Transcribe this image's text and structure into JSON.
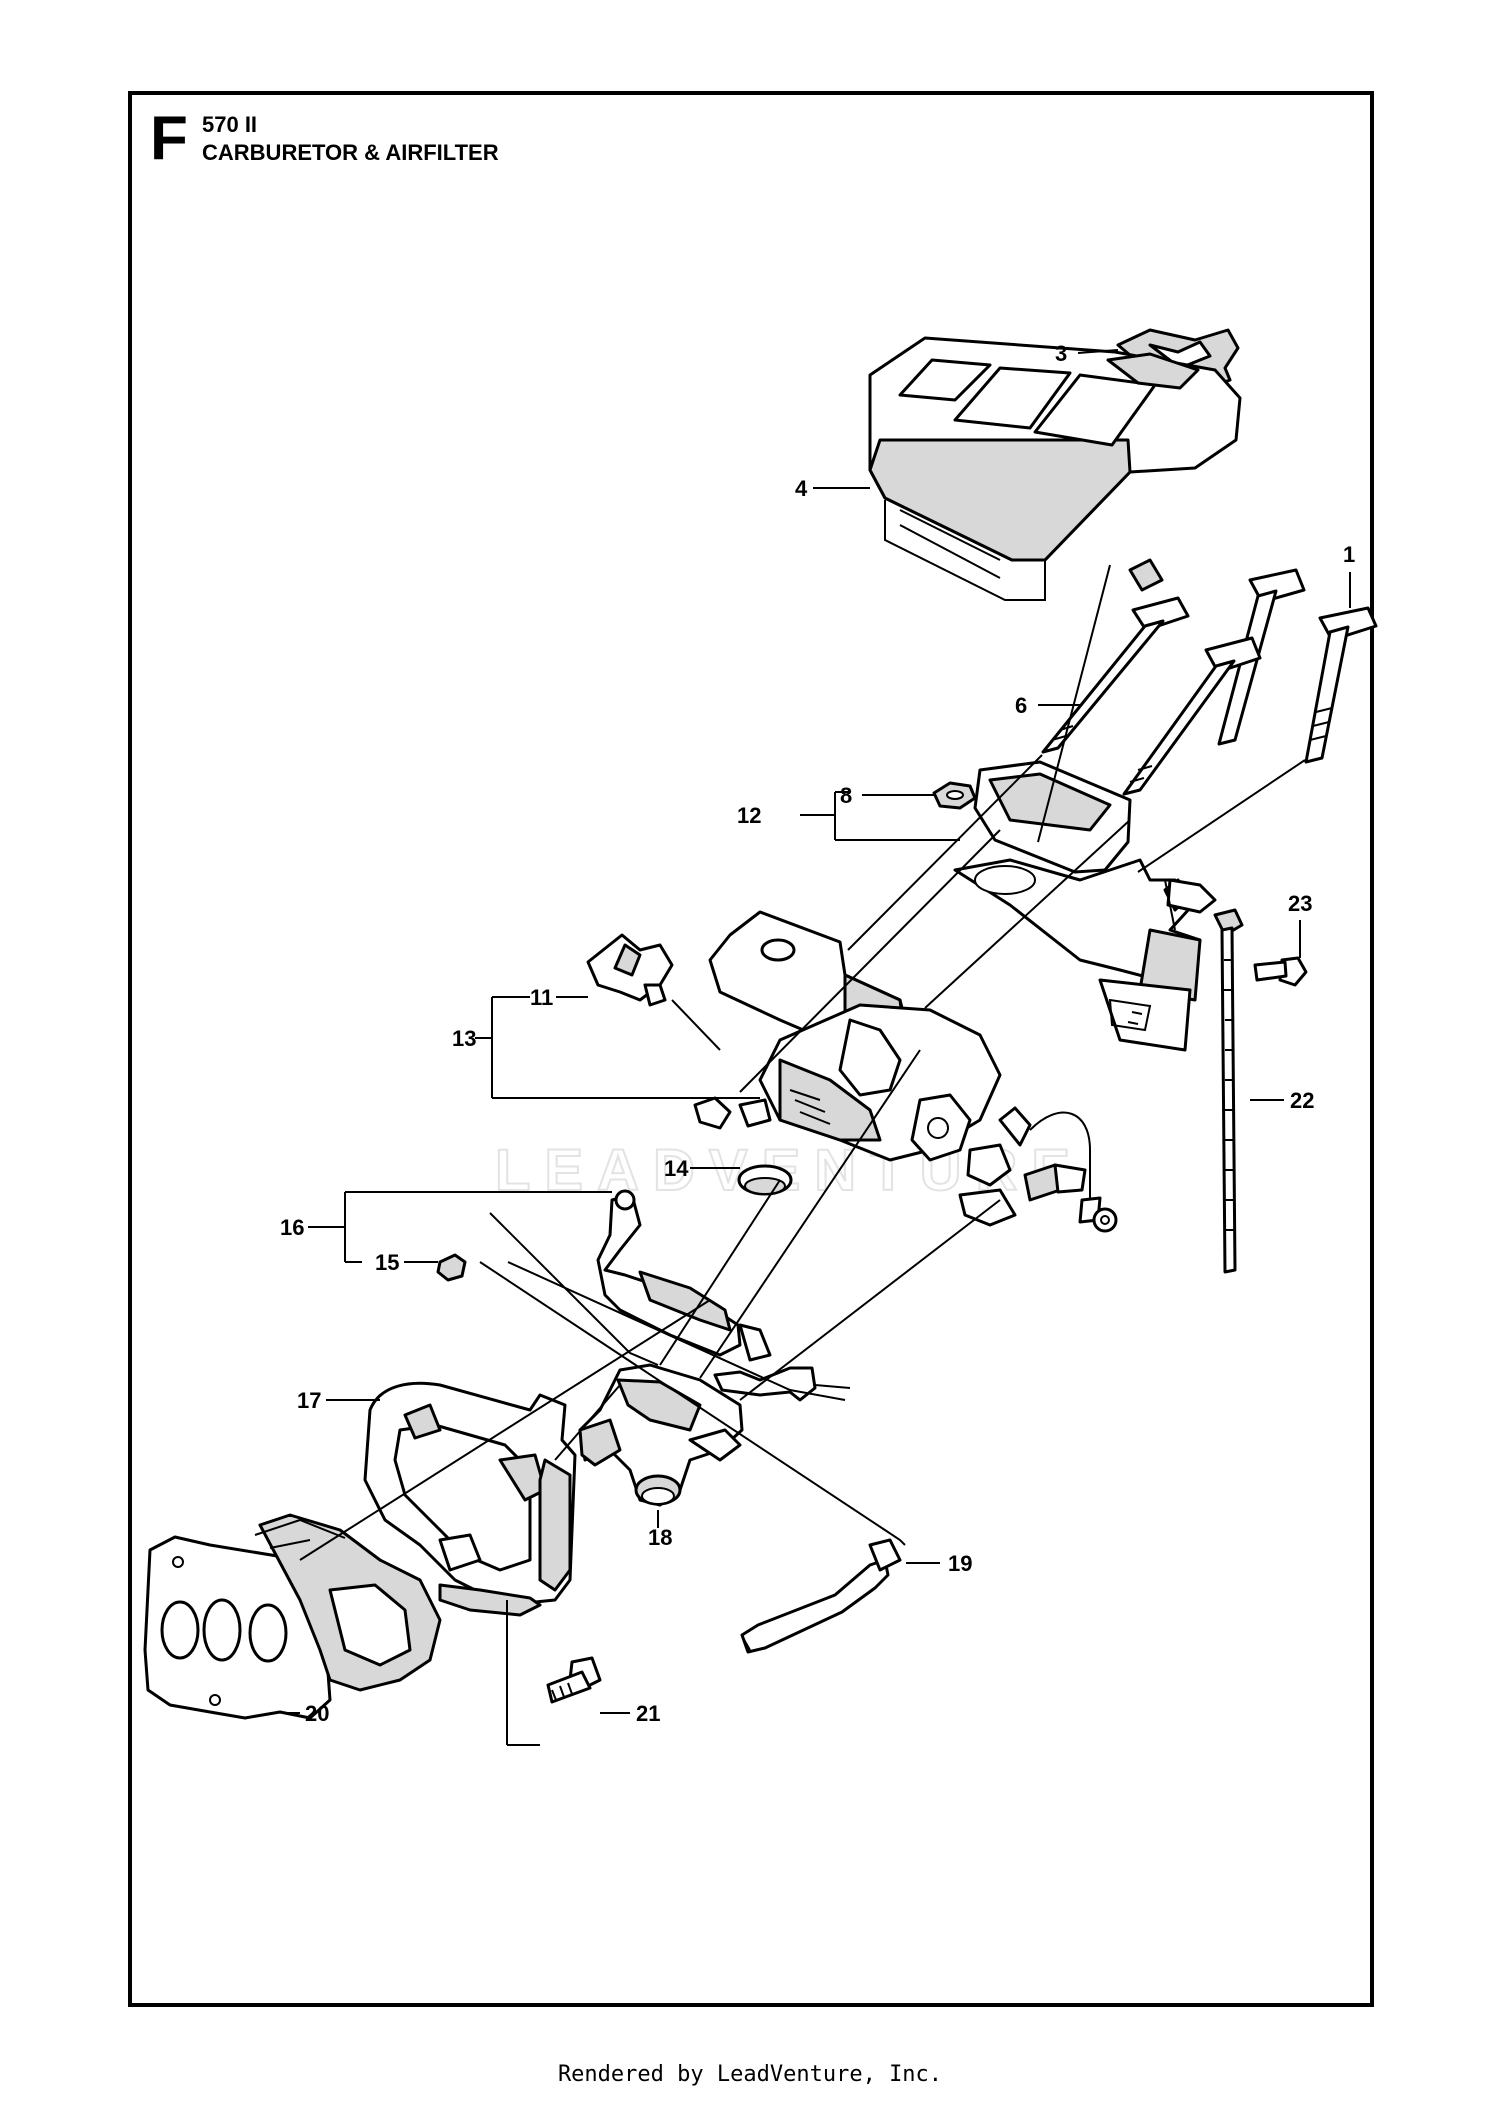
{
  "header": {
    "section_letter": "F",
    "model": "570 II",
    "title": "CARBURETOR & AIRFILTER"
  },
  "callouts": {
    "c1": "1",
    "c3": "3",
    "c4": "4",
    "c6": "6",
    "c8": "8",
    "c11": "11",
    "c12": "12",
    "c13": "13",
    "c14": "14",
    "c15": "15",
    "c16": "16",
    "c17": "17",
    "c18": "18",
    "c19": "19",
    "c20": "20",
    "c21": "21",
    "c22": "22",
    "c23": "23"
  },
  "watermark": "LEADVENTURE",
  "footer": "Rendered by LeadVenture, Inc."
}
